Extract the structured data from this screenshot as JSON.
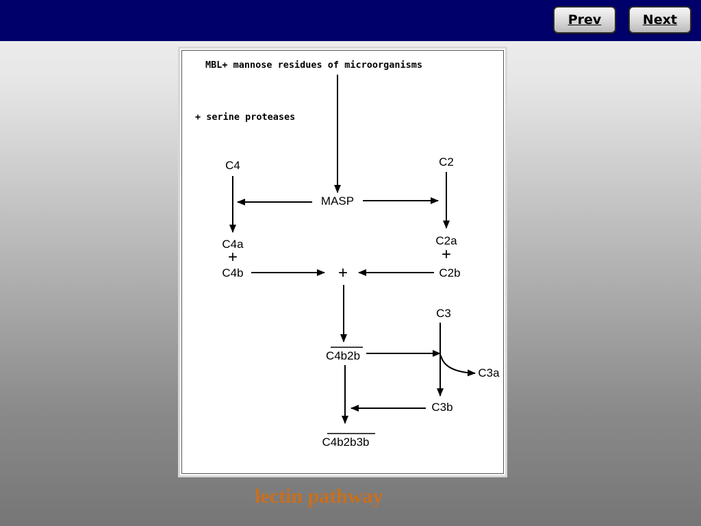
{
  "nav": {
    "prev_label": "Prev",
    "next_label": "Next"
  },
  "diagram": {
    "header_line": "MBL+ mannose residues of microorganisms",
    "serine_line": "+ serine proteases",
    "nodes": {
      "c4": "C4",
      "c2": "C2",
      "masp": "MASP",
      "c4a": "C4a",
      "c4b": "C4b",
      "c2a": "C2a",
      "c2b": "C2b",
      "plus_left": "+",
      "plus_right": "+",
      "plus_center": "+",
      "c3": "C3",
      "c3a": "C3a",
      "c3b": "C3b",
      "c4b2b": "C4b2b",
      "c4b2b3b": "C4b2b3b"
    }
  },
  "caption": "lectin pathway"
}
